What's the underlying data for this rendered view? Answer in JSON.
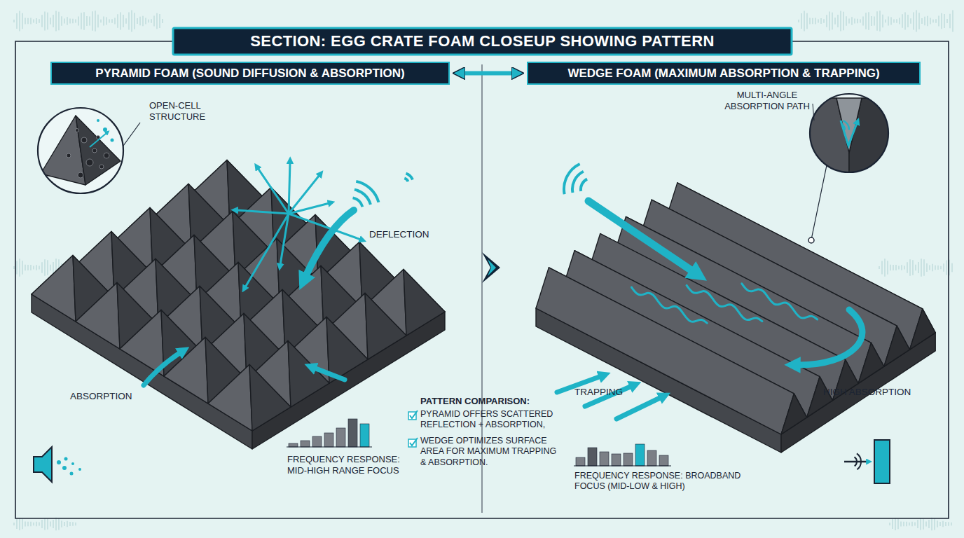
{
  "diagram": {
    "title": "SECTION: EGG CRATE FOAM CLOSEUP SHOWING PATTERN",
    "nodes": [
      {
        "text": [
          "PYRAMID FOAM (SOUND DIFFUSION & ABSORPTION)"
        ]
      },
      {
        "text": [
          "WEDGE FOAM (MAXIMUM ABSORPTION & TRAPPING)"
        ]
      }
    ],
    "edges": [
      {
        "from": 0,
        "to": 1,
        "arrow": "both"
      }
    ],
    "labels": [
      "OPEN-CELL STRUCTURE",
      "DEFLECTION",
      "ABSORPTION",
      "FREQUENCY RESPONSE: MID-HIGH RANGE FOCUS",
      "PATTERN COMPARISON:",
      "PYRAMID OFFERS SCATTERED REFLECTION + ABSORPTION,",
      "WEDGE OPTIMIZES SURFACE AREA FOR MAXIMUM TRAPPING & ABSORPTION.",
      "MULTI-ANGLE ABSORPTION PATH",
      "TRAPPING",
      "HIGH ABSORPTION",
      "FREQUENCY RESPONSE: BROADBAND FOCUS (MID-LOW & HIGH)"
    ]
  }
}
